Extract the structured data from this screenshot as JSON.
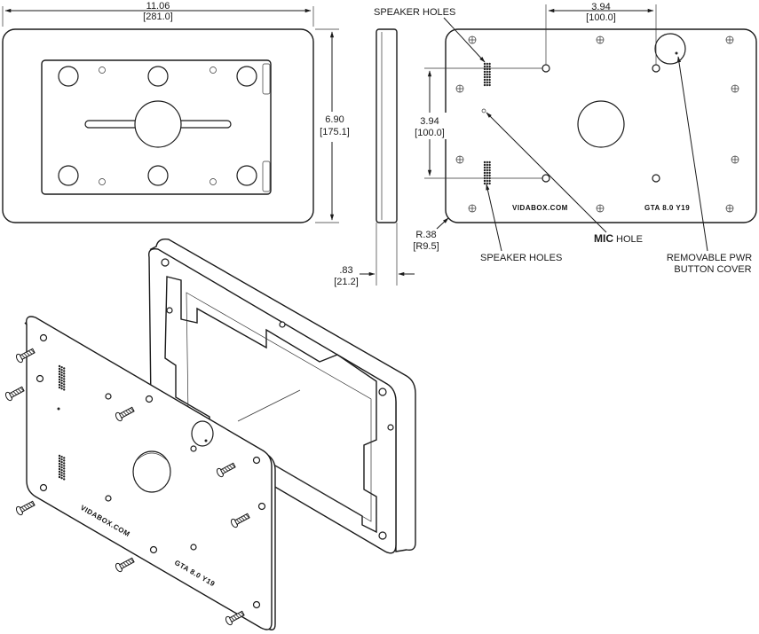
{
  "front_view": {
    "width_in": "11.06",
    "width_mm": "[281.0]",
    "height_in": "6.90",
    "height_mm": "[175.1]"
  },
  "side_view": {
    "depth_in": ".83",
    "depth_mm": "[21.2]"
  },
  "back_view": {
    "horizontal_spacing_in": "3.94",
    "horizontal_spacing_mm": "[100.0]",
    "vertical_spacing_in": "3.94",
    "vertical_spacing_mm": "[100.0]",
    "corner_radius_in": "R.38",
    "corner_radius_mm": "[R9.5]",
    "speaker_holes_top": "SPEAKER HOLES",
    "speaker_holes_bottom": "SPEAKER HOLES",
    "mic_hole_bold": "MIC",
    "mic_hole_rest": " HOLE",
    "power_cover_line1": "REMOVABLE PWR",
    "power_cover_line2": "BUTTON COVER",
    "brand": "VIDABOX.COM",
    "model": "GTA  8.0  Y19"
  },
  "exploded_view": {
    "brand": "VIDABOX.COM",
    "model": "GTA  8.0  Y19"
  }
}
